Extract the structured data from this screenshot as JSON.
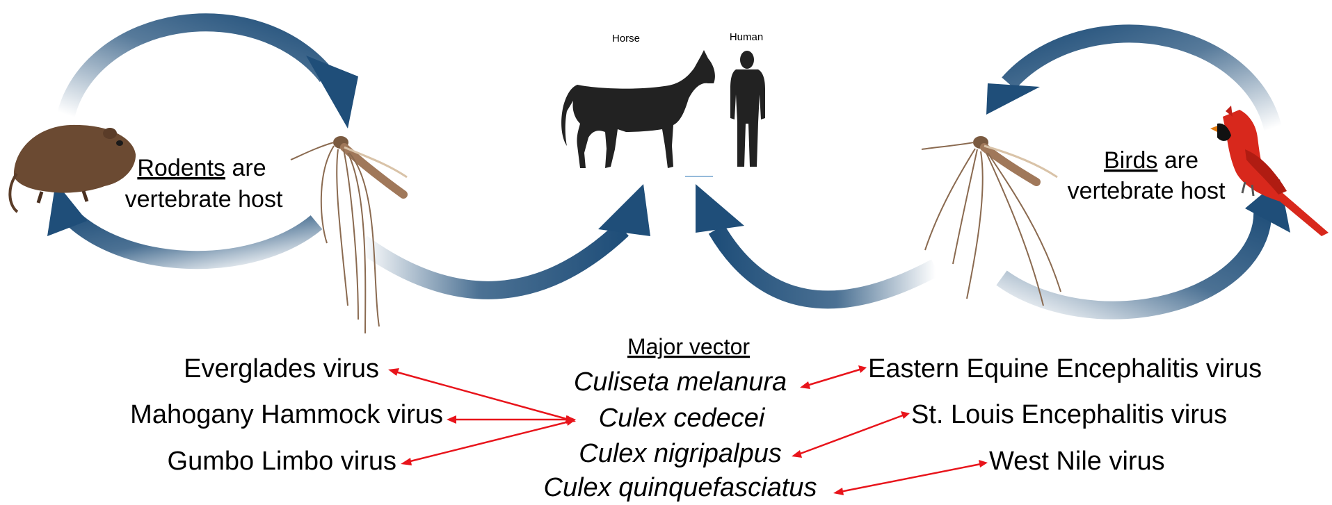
{
  "title": "",
  "silhouettes": {
    "horse_label": "Horse",
    "human_label": "Human"
  },
  "left_cycle": {
    "host_word": "Rodents",
    "host_rest": " are",
    "host_line2": "vertebrate host",
    "host_image": "rodent-icon"
  },
  "right_cycle": {
    "host_word": "Birds",
    "host_rest": " are",
    "host_line2": "vertebrate host",
    "host_image": "cardinal-bird-icon"
  },
  "vector_title": "Major vector",
  "vectors": [
    "Culiseta melanura",
    "Culex cedecei",
    "Culex nigripalpus",
    "Culex quinquefasciatus"
  ],
  "left_viruses": [
    "Everglades virus",
    "Mahogany Hammock virus",
    "Gumbo Limbo virus"
  ],
  "right_viruses": [
    "Eastern Equine Encephalitis virus",
    "St. Louis Encephalitis virus",
    "West Nile virus"
  ],
  "links": [
    {
      "from": "Culex cedecei",
      "to": "Everglades virus"
    },
    {
      "from": "Culex cedecei",
      "to": "Mahogany Hammock virus"
    },
    {
      "from": "Culex cedecei",
      "to": "Gumbo Limbo virus"
    },
    {
      "from": "Culiseta melanura",
      "to": "Eastern Equine Encephalitis virus"
    },
    {
      "from": "Culex nigripalpus",
      "to": "St. Louis Encephalitis virus"
    },
    {
      "from": "Culex quinquefasciatus",
      "to": "West Nile virus"
    }
  ],
  "colors": {
    "cycle_arrow": "#1f4e79",
    "link_arrow": "#e8141b",
    "silhouette": "#222222"
  }
}
